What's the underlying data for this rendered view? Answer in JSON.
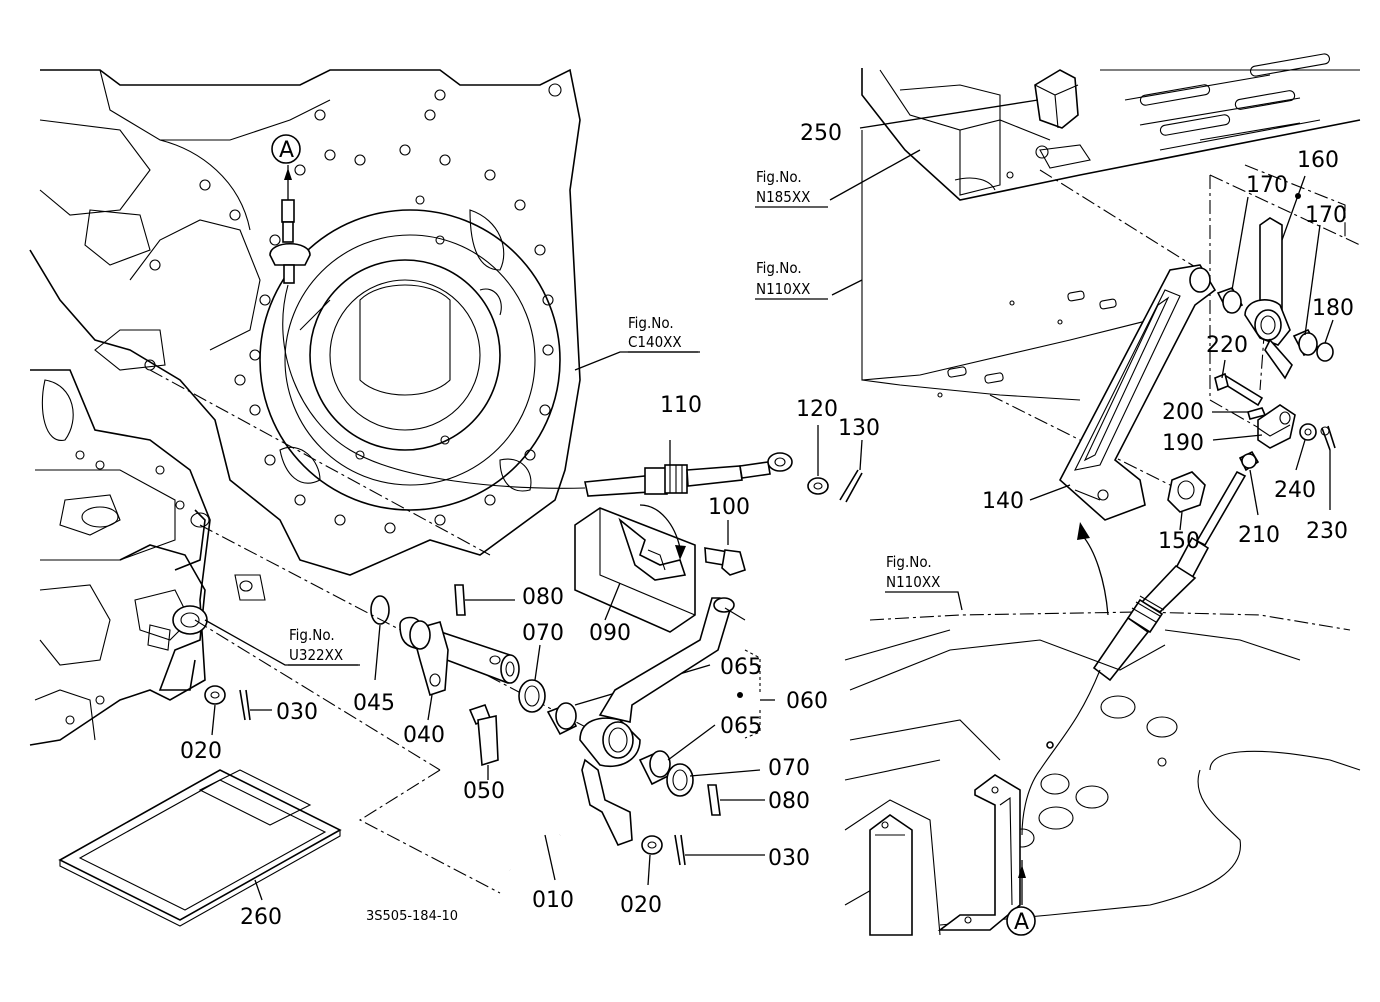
{
  "callouts": {
    "a_top": "A",
    "a_bottom": "A"
  },
  "fig_refs": {
    "c140_label": "Fig.No.",
    "c140_code": "C140XX",
    "u322_label": "Fig.No.",
    "u322_code": "U322XX",
    "n185_label": "Fig.No.",
    "n185_code": "N185XX",
    "n110_top_label": "Fig.No.",
    "n110_top_code": "N110XX",
    "n110_mid_label": "Fig.No.",
    "n110_mid_code": "N110XX"
  },
  "parts": {
    "p010": "010",
    "p020_left": "020",
    "p020_right": "020",
    "p030_left": "030",
    "p030_right": "030",
    "p040": "040",
    "p045": "045",
    "p050": "050",
    "p060": "060",
    "p065_top": "065",
    "p065_bottom": "065",
    "p070_top": "070",
    "p070_bottom": "070",
    "p080_top": "080",
    "p080_bottom": "080",
    "p090": "090",
    "p100": "100",
    "p110": "110",
    "p120": "120",
    "p130": "130",
    "p140": "140",
    "p150": "150",
    "p160": "160",
    "p170_left": "170",
    "p170_right": "170",
    "p180": "180",
    "p190": "190",
    "p200": "200",
    "p210": "210",
    "p220": "220",
    "p230": "230",
    "p240": "240",
    "p250": "250",
    "p260": "260"
  },
  "drawing_code": "3S505-184-10"
}
